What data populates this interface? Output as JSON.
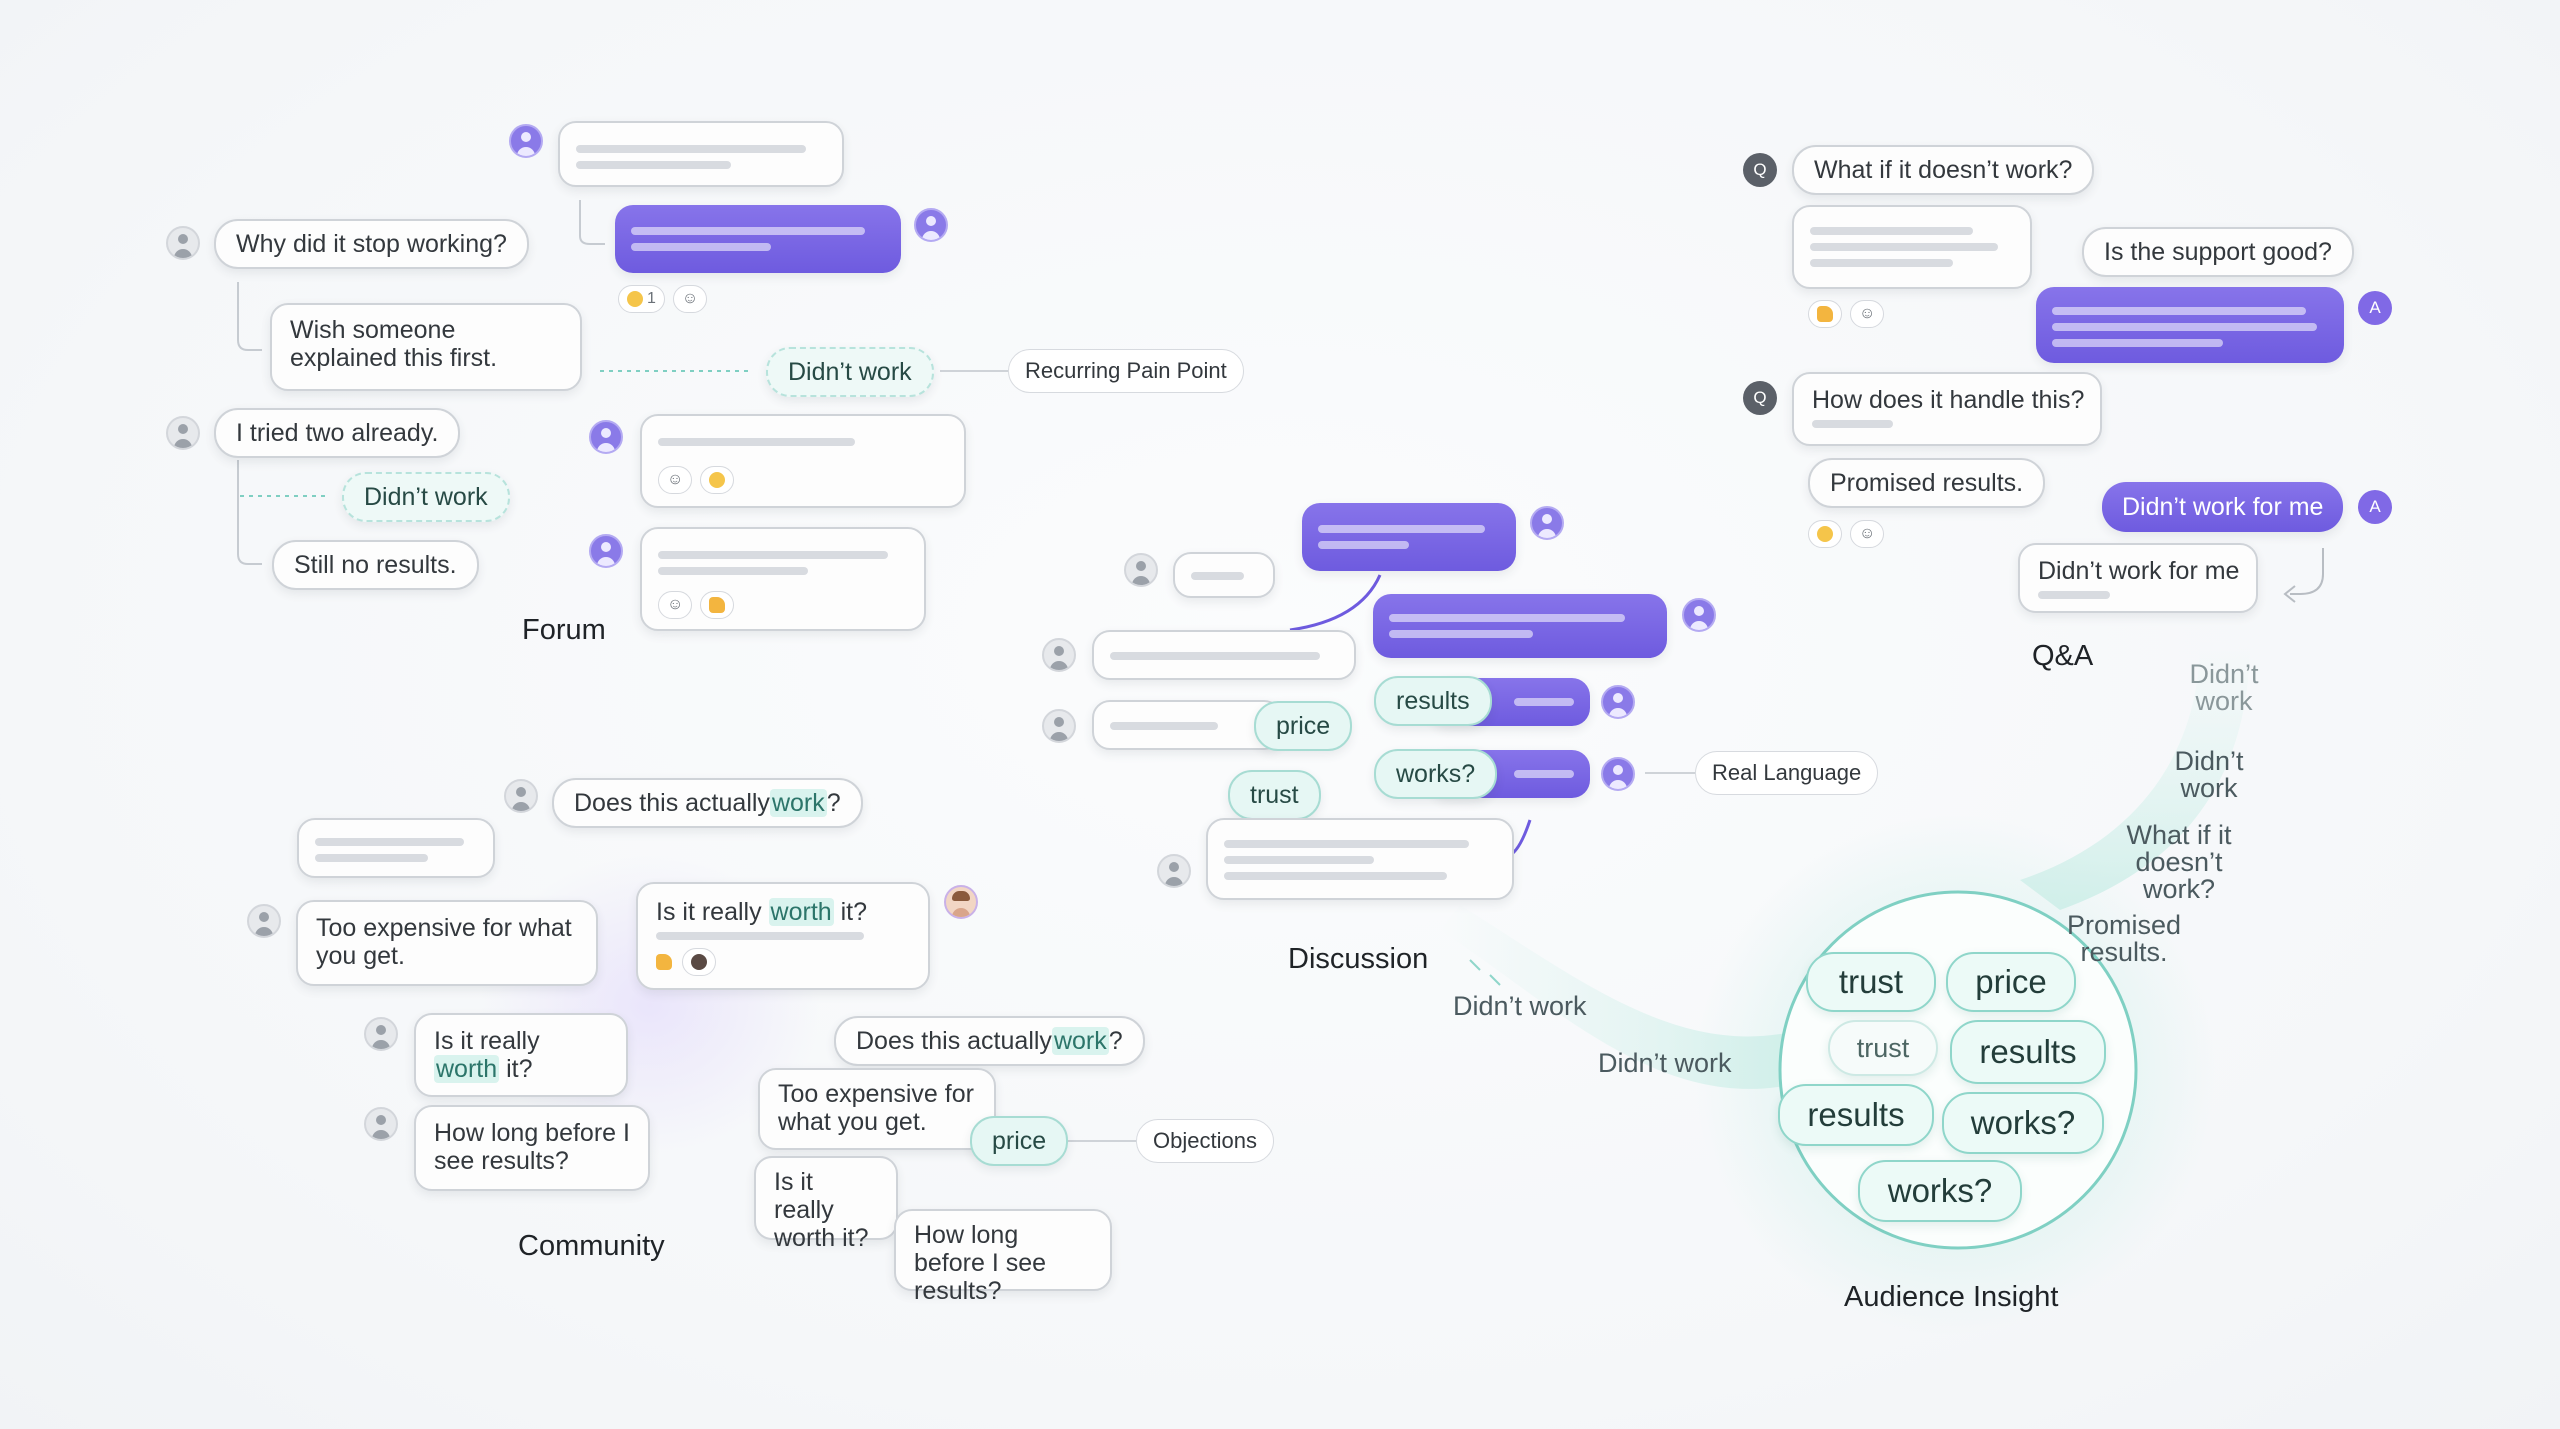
{
  "forum": {
    "label": "Forum",
    "q1": "Why did it stop working?",
    "reply1": "Wish someone explained this first.",
    "q2": "I tried two already.",
    "tag2": "Didn’t work",
    "reply2": "Still no results.",
    "highlight": "Didn’t work",
    "pain_tag": "Recurring Pain Point",
    "reaction_count": "1"
  },
  "community": {
    "label": "Community",
    "q1_prefix": "Does this actually ",
    "q1_mark": "work",
    "q1_suffix": "?",
    "c1": "Too expensive for what you get.",
    "c2_prefix": "Is it really ",
    "c2_mark": "worth",
    "c2_suffix": " it?",
    "c3": "How long before I see results?",
    "card_prefix": "Is it really ",
    "card_mark": "worth",
    "card_suffix": " it?",
    "o1_prefix": "Does this actually ",
    "o1_mark": "work",
    "o1_suffix": "?",
    "o2": "Too expensive for what you get.",
    "o2_tag": "price",
    "o3": "Is it really worth it?",
    "o4": "How long before I see results?",
    "objections_tag": "Objections"
  },
  "discussion": {
    "label": "Discussion",
    "price": "price",
    "trust": "trust",
    "results": "results",
    "works": "works?",
    "real_language_tag": "Real Language"
  },
  "qa": {
    "label": "Q&A",
    "q_badge": "Q",
    "a_badge": "A",
    "q1": "What if it doesn’t work?",
    "q2": "Is the support good?",
    "q3": "How does it handle this?",
    "r1": "Promised results.",
    "a2": "Didn’t work for me",
    "r2": "Didn’t work for me"
  },
  "flow": {
    "f1": "Didn’t work",
    "f2": "Didn’t work",
    "f3": "What if it doesn’t work?",
    "f4": "Promised results.",
    "f5": "Didn’t work",
    "f6": "Didn’t work"
  },
  "insight": {
    "label": "Audience Insight",
    "words": {
      "trust_big": "trust",
      "price": "price",
      "trust_small": "trust",
      "results_a": "results",
      "results_b": "results",
      "works_a": "works?",
      "works_b": "works?"
    }
  },
  "colors": {
    "accent_purple": "#7b68ee",
    "accent_teal": "#8fd6ca",
    "avatar_grey": "#9ba1a9"
  }
}
